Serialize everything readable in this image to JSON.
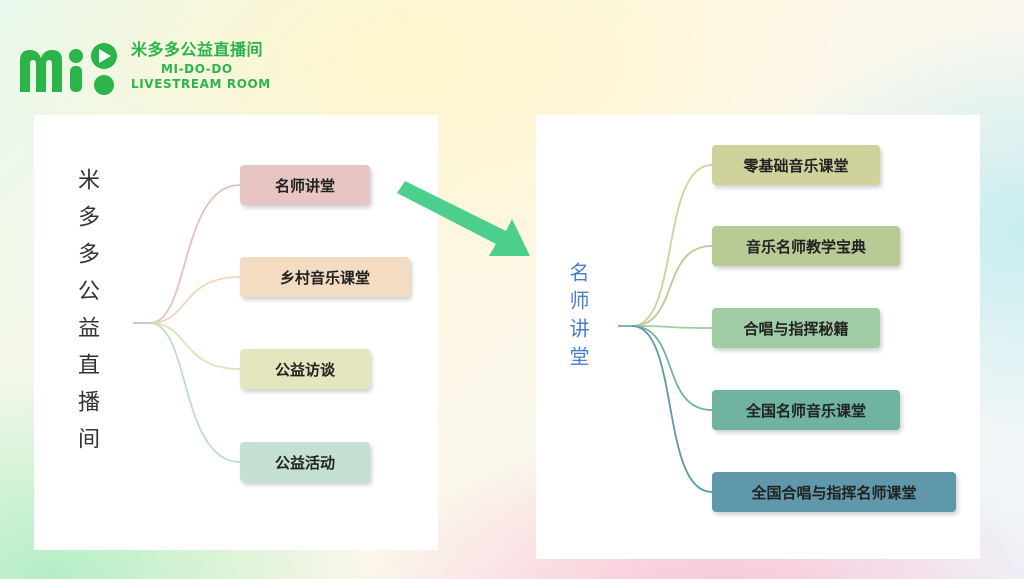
{
  "logo": {
    "cn_name": "米多多公益直播间",
    "en_line1": "MI-DO-DO",
    "en_line2": "LIVESTREAM ROOM"
  },
  "left_map": {
    "root": "米多多公益直播间",
    "nodes": [
      {
        "label": "名师讲堂",
        "color": "#e7c5c3"
      },
      {
        "label": "乡村音乐课堂",
        "color": "#f3dcc2"
      },
      {
        "label": "公益访谈",
        "color": "#e4e6bd"
      },
      {
        "label": "公益活动",
        "color": "#c3e0d3"
      }
    ]
  },
  "right_map": {
    "root": "名师讲堂",
    "nodes": [
      {
        "label": "零基础音乐课堂",
        "color": "#cfd29a"
      },
      {
        "label": "音乐名师教学宝典",
        "color": "#b9cb95"
      },
      {
        "label": "合唱与指挥秘籍",
        "color": "#9fcca4"
      },
      {
        "label": "全国名师音乐课堂",
        "color": "#6fb3a0"
      },
      {
        "label": "全国合唱与指挥名师课堂",
        "color": "#5f98ab"
      }
    ]
  },
  "colors": {
    "logo_green": "#2bb44a",
    "arrow_green": "#4ccf8c",
    "root_right_text": "#4a7fc8"
  }
}
